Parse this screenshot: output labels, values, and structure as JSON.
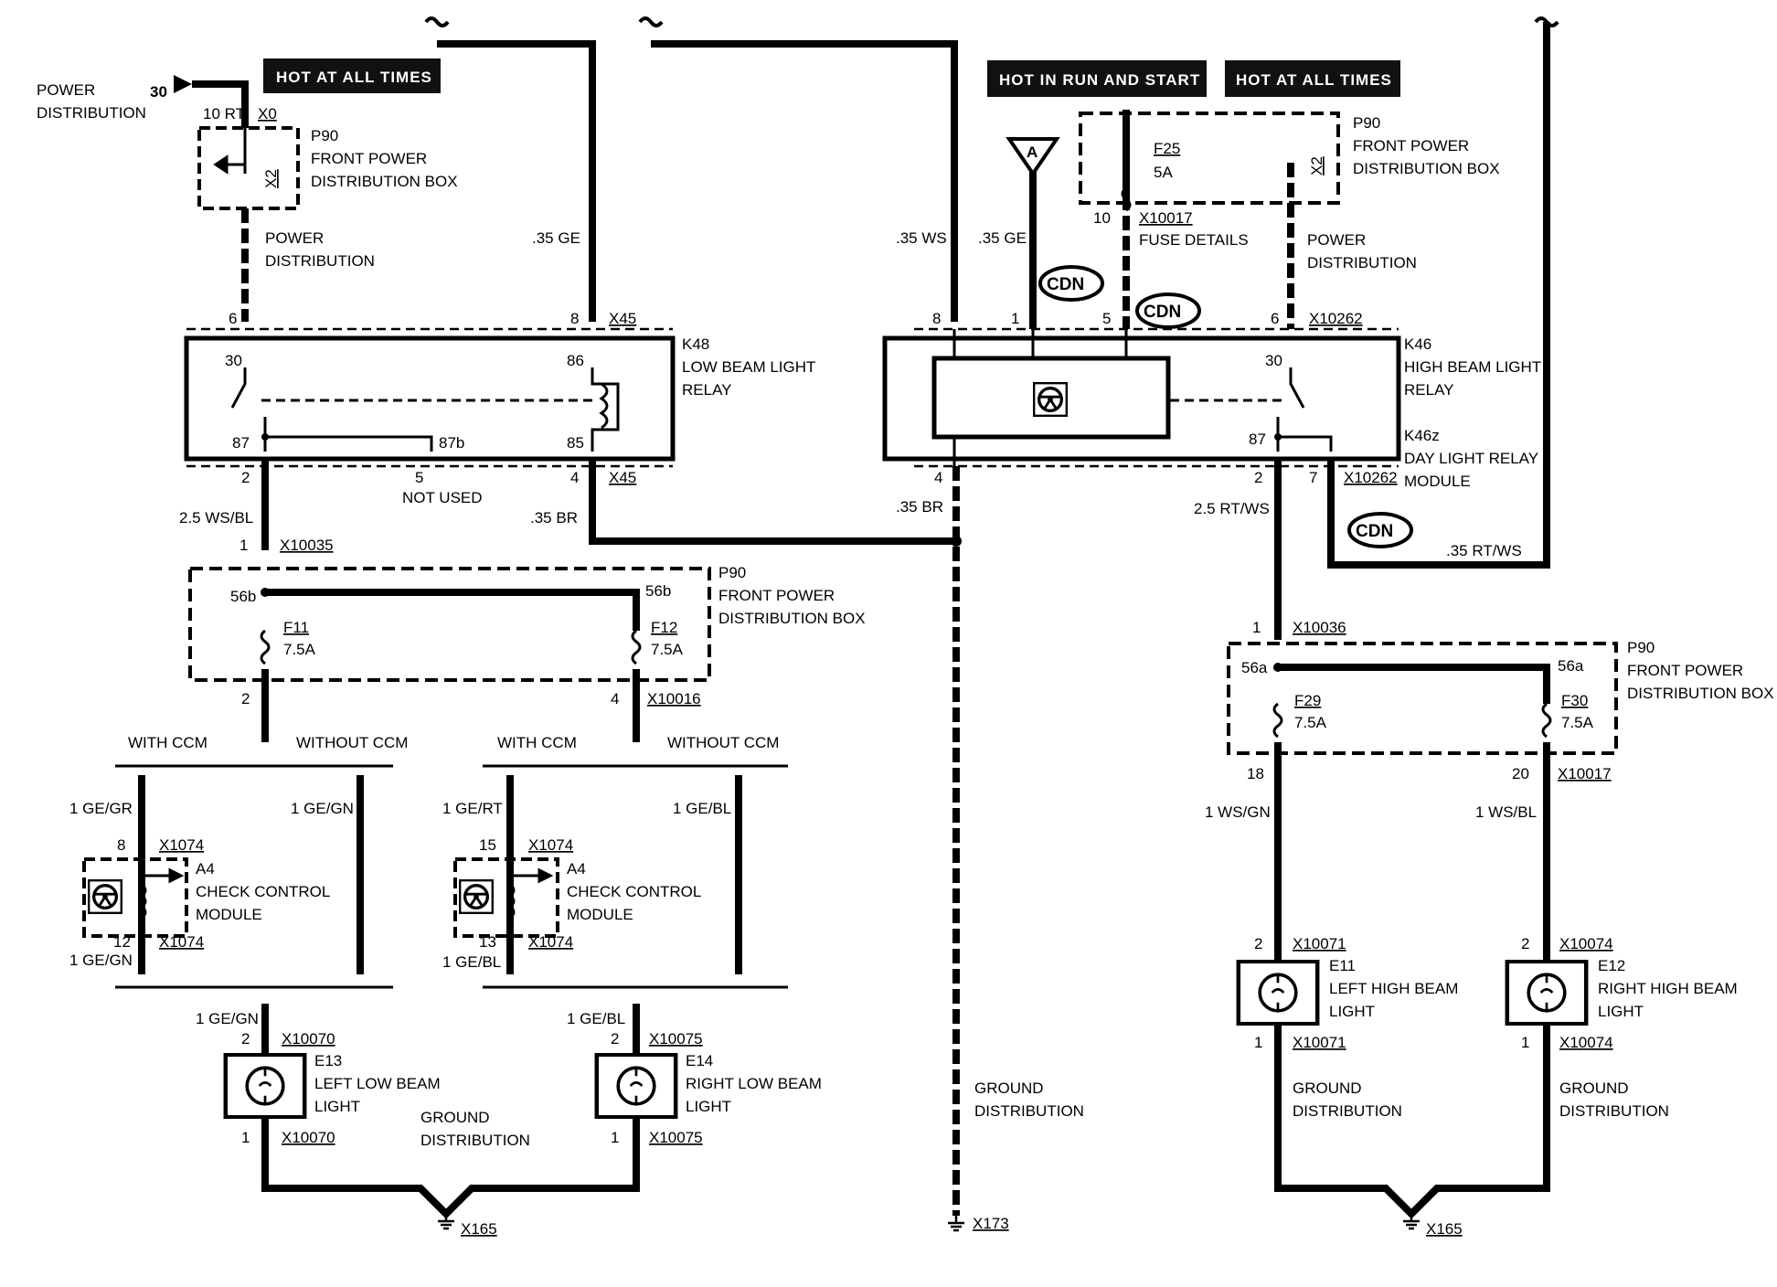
{
  "banners": {
    "hot_all_times_left": "HOT AT ALL TIMES",
    "hot_run_start": "HOT IN RUN AND START",
    "hot_all_times_right": "HOT AT ALL TIMES"
  },
  "power_dist_left": {
    "title_line1": "POWER",
    "title_line2": "DISTRIBUTION",
    "pin": "30",
    "wire": "10 RT",
    "x0": "X0",
    "x2": "X2"
  },
  "p90_top_left": {
    "id": "P90",
    "line1": "FRONT POWER",
    "line2": "DISTRIBUTION BOX"
  },
  "power_distribution_label": {
    "line1": "POWER",
    "line2": "DISTRIBUTION"
  },
  "wires": {
    "ge_35_left": ".35 GE",
    "ws_35": ".35 WS",
    "ge_35_mid": ".35 GE",
    "br_35_left": ".35 BR",
    "br_35_mid": ".35 BR",
    "wsbl_25": "2.5 WS/BL",
    "rtws_25": "2.5 RT/WS",
    "rtws_35": ".35 RT/WS",
    "ge_gr": "1 GE/GR",
    "ge_gn_a": "1 GE/GN",
    "ge_gn_b": "1 GE/GN",
    "ge_gn_c": "1 GE/GN",
    "ge_rt": "1 GE/RT",
    "ge_bl_a": "1 GE/BL",
    "ge_bl_b": "1 GE/BL",
    "ge_bl_c": "1 GE/BL",
    "ws_gn": "1 WS/GN",
    "ws_bl": "1 WS/BL"
  },
  "k48": {
    "id": "K48",
    "line1": "LOW BEAM LIGHT",
    "line2": "RELAY",
    "p30": "30",
    "p86": "86",
    "p87": "87",
    "p87b": "87b",
    "p85": "85",
    "c6": "6",
    "c8": "8",
    "x45_top": "X45",
    "c2": "2",
    "c5": "5",
    "c4": "4",
    "x45_bot": "X45",
    "not_used": "NOT USED"
  },
  "x10035": {
    "pin": "1",
    "id": "X10035"
  },
  "p90_fuses_left": {
    "id": "P90",
    "line1": "FRONT POWER",
    "line2": "DISTRIBUTION BOX",
    "bus_l": "56b",
    "bus_r": "56b",
    "f11": "F11",
    "f11_amp": "7.5A",
    "f12": "F12",
    "f12_amp": "7.5A",
    "c2": "2",
    "c4": "4",
    "x10016": "X10016"
  },
  "ccm_left": {
    "with": "WITH CCM",
    "without": "WITHOUT CCM"
  },
  "ccm_right": {
    "with": "WITH CCM",
    "without": "WITHOUT CCM"
  },
  "a4_left": {
    "id": "A4",
    "line1": "CHECK CONTROL",
    "line2": "MODULE",
    "pin_top": "8",
    "x_top": "X1074",
    "pin_bot": "12",
    "x_bot": "X1074"
  },
  "a4_right": {
    "id": "A4",
    "line1": "CHECK CONTROL",
    "line2": "MODULE",
    "pin_top": "15",
    "x_top": "X1074",
    "pin_bot": "13",
    "x_bot": "X1074"
  },
  "e13": {
    "id": "E13",
    "line1": "LEFT LOW BEAM",
    "line2": "LIGHT",
    "pin_top": "2",
    "x_top": "X10070",
    "pin_bot": "1",
    "x_bot": "X10070"
  },
  "e14": {
    "id": "E14",
    "line1": "RIGHT LOW BEAM",
    "line2": "LIGHT",
    "pin_top": "2",
    "x_top": "X10075",
    "pin_bot": "1",
    "x_bot": "X10075"
  },
  "ground_left": {
    "line1": "GROUND",
    "line2": "DISTRIBUTION",
    "x165": "X165"
  },
  "ground_mid": {
    "line1": "GROUND",
    "line2": "DISTRIBUTION",
    "x173": "X173"
  },
  "ground_e11": {
    "line1": "GROUND",
    "line2": "DISTRIBUTION"
  },
  "ground_e12": {
    "line1": "GROUND",
    "line2": "DISTRIBUTION",
    "x165": "X165"
  },
  "antenna": {
    "label": "A"
  },
  "cdn": [
    "CDN",
    "CDN",
    "CDN"
  ],
  "p90_top_right": {
    "id": "P90",
    "line1": "FRONT POWER",
    "line2": "DISTRIBUTION BOX",
    "f25": "F25",
    "f25_amp": "5A",
    "x2": "X2",
    "pin10": "10",
    "x10017": "X10017",
    "fuse_details": "FUSE DETAILS"
  },
  "power_distribution_right": {
    "line1": "POWER",
    "line2": "DISTRIBUTION"
  },
  "k46": {
    "id": "K46",
    "line1": "HIGH BEAM LIGHT",
    "line2": "RELAY",
    "k46z": "K46z",
    "k46z_line1": "DAY LIGHT RELAY",
    "k46z_line2": "MODULE",
    "c8": "8",
    "c1": "1",
    "c5": "5",
    "c6": "6",
    "x10262_top": "X10262",
    "p30": "30",
    "p87": "87",
    "c4": "4",
    "c2": "2",
    "c7": "7",
    "x10262_bot": "X10262"
  },
  "x10036": {
    "pin": "1",
    "id": "X10036"
  },
  "p90_fuses_right": {
    "id": "P90",
    "line1": "FRONT POWER",
    "line2": "DISTRIBUTION BOX",
    "bus_l": "56a",
    "bus_r": "56a",
    "f29": "F29",
    "f29_amp": "7.5A",
    "f30": "F30",
    "f30_amp": "7.5A",
    "c18": "18",
    "c20": "20",
    "x10017": "X10017"
  },
  "e11": {
    "id": "E11",
    "line1": "LEFT HIGH BEAM",
    "line2": "LIGHT",
    "pin_top": "2",
    "x_top": "X10071",
    "pin_bot": "1",
    "x_bot": "X10071"
  },
  "e12": {
    "id": "E12",
    "line1": "RIGHT HIGH BEAM",
    "line2": "LIGHT",
    "pin_top": "2",
    "x_top": "X10074",
    "pin_bot": "1",
    "x_bot": "X10074"
  }
}
